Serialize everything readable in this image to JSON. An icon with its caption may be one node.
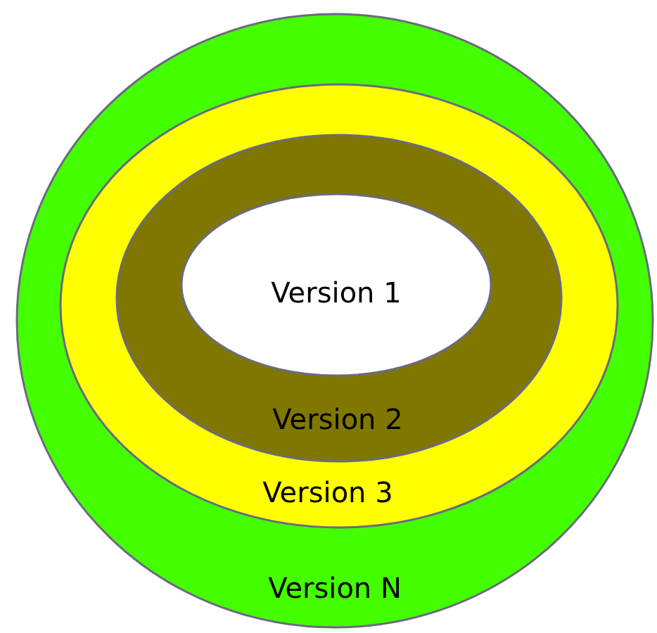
{
  "diagram": {
    "nodes": [
      {
        "text": [
          "Version N"
        ]
      },
      {
        "text": [
          "Version 3"
        ],
        "in": 0
      },
      {
        "text": [
          "Version 2"
        ],
        "in": 1
      },
      {
        "text": [
          "Version 1"
        ],
        "in": 2
      }
    ]
  }
}
